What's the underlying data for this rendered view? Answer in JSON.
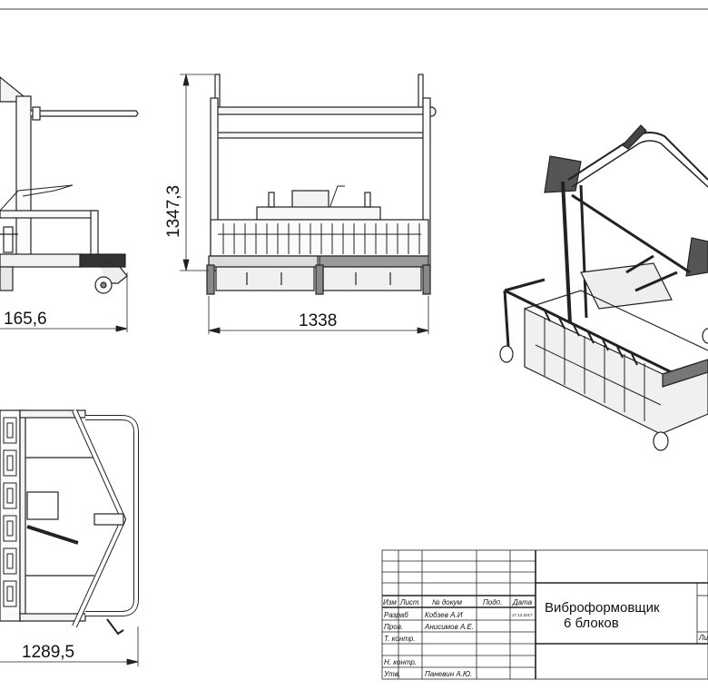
{
  "dimensions": {
    "side_width": "165,6",
    "front_height": "1347,3",
    "front_width": "1338",
    "top_width": "1289,5"
  },
  "title_block": {
    "header": {
      "izm": "Изм",
      "list": "Лист",
      "doc_no": "№ докум",
      "sign": "Подп.",
      "date": "Дата"
    },
    "rows": [
      {
        "role": "Разраб",
        "name": "Кобзев А.И",
        "date": "17.12.2017"
      },
      {
        "role": "Пров.",
        "name": "Анисимов А.Е."
      },
      {
        "role": "Т. контр.",
        "name": ""
      },
      {
        "role": "Н. контр.",
        "name": ""
      },
      {
        "role": "Утв.",
        "name": "Паневин А.Ю."
      }
    ],
    "title_line1": "Виброформовщик",
    "title_line2": "6 блоков",
    "sheet_label": "Ли"
  }
}
